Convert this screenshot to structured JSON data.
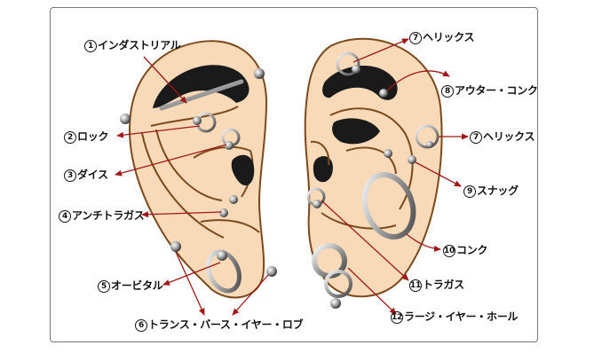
{
  "labels": {
    "industrial": {
      "num": "1",
      "text": "インダストリアル"
    },
    "rook": {
      "num": "2",
      "text": "ロック"
    },
    "daith": {
      "num": "3",
      "text": "ダイス"
    },
    "antitragus": {
      "num": "4",
      "text": "アンチトラガス"
    },
    "orbital": {
      "num": "5",
      "text": "オービタル"
    },
    "transverse": {
      "num": "6",
      "text": "トランス・バース・イヤー・ロブ"
    },
    "helix_top": {
      "num": "7",
      "text": "ヘリックス"
    },
    "outer_conch": {
      "num": "8",
      "text": "アウター・コンク"
    },
    "helix_right": {
      "num": "7",
      "text": "ヘリックス"
    },
    "snug": {
      "num": "9",
      "text": "スナッグ"
    },
    "conch": {
      "num": "10",
      "text": "コンク"
    },
    "tragus": {
      "num": "11",
      "text": "トラガス"
    },
    "large_hole": {
      "num": "12",
      "text": "ラージ・イヤー・ホール"
    }
  },
  "colors": {
    "skin": "#f8d9b8",
    "outline": "#7a4a1e",
    "arrow": "#a01818",
    "inner": "#1a1a1a"
  }
}
